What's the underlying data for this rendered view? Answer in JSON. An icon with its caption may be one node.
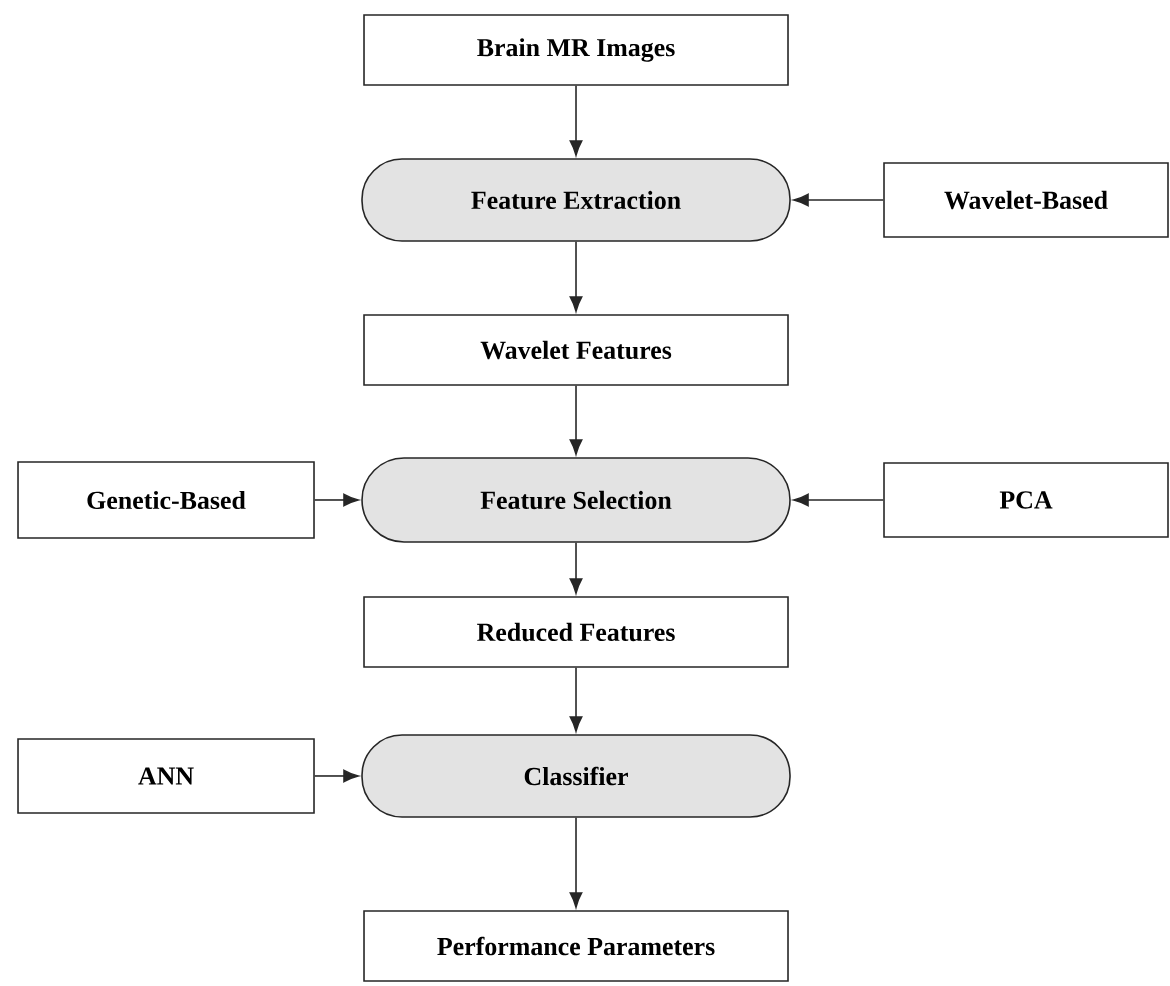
{
  "diagram": {
    "nodes": [
      {
        "text": [
          "Brain MR Images"
        ]
      },
      {
        "text": [
          "Feature Extraction"
        ]
      },
      {
        "text": [
          "Wavelet-Based"
        ]
      },
      {
        "text": [
          "Wavelet Features"
        ]
      },
      {
        "text": [
          "Genetic-Based"
        ]
      },
      {
        "text": [
          "Feature Selection"
        ]
      },
      {
        "text": [
          "PCA"
        ]
      },
      {
        "text": [
          "Reduced Features"
        ]
      },
      {
        "text": [
          "ANN"
        ]
      },
      {
        "text": [
          "Classifier"
        ]
      },
      {
        "text": [
          "Performance Parameters"
        ]
      }
    ],
    "edges": [
      {
        "from": 0,
        "to": 1,
        "arrow": "to"
      },
      {
        "from": 2,
        "to": 1,
        "arrow": "to"
      },
      {
        "from": 1,
        "to": 3,
        "arrow": "to"
      },
      {
        "from": 3,
        "to": 5,
        "arrow": "to"
      },
      {
        "from": 4,
        "to": 5,
        "arrow": "to"
      },
      {
        "from": 6,
        "to": 5,
        "arrow": "to"
      },
      {
        "from": 5,
        "to": 7,
        "arrow": "to"
      },
      {
        "from": 7,
        "to": 9,
        "arrow": "to"
      },
      {
        "from": 8,
        "to": 9,
        "arrow": "to"
      },
      {
        "from": 9,
        "to": 10,
        "arrow": "to"
      }
    ]
  }
}
